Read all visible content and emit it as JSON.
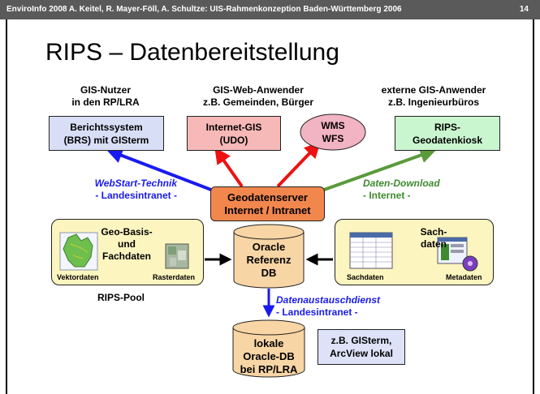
{
  "header": {
    "left_text": "EnviroInfo 2008     A. Keitel, R. Mayer-Föll, A. Schultze: UIS-Rahmenkonzeption Baden-Württemberg  2006",
    "page_number": "14"
  },
  "title": "RIPS – Datenbereitstellung",
  "top_headers": {
    "gis_user": [
      "GIS-Nutzer",
      "in den RP/LRA"
    ],
    "gis_web": [
      "GIS-Web-Anwender",
      "z.B. Gemeinden, Bürger"
    ],
    "gis_ext": [
      "externe GIS-Anwender",
      "z.B. Ingenieurbüros"
    ]
  },
  "boxes": {
    "brs": [
      "Berichtssystem",
      "(BRS) mit GISterm"
    ],
    "internet_gis": [
      "Internet-GIS",
      "(UDO)"
    ],
    "wms_wfs": [
      "WMS",
      "WFS"
    ],
    "kiosk": [
      "RIPS-",
      "Geodatenkiosk"
    ],
    "geodatenserver": [
      "Geodatenserver",
      "Internet / Intranet"
    ],
    "oracle_ref": [
      "Oracle",
      "Referenz",
      "DB"
    ],
    "local_oracle": [
      "lokale",
      "Oracle-DB",
      "bei RP/LRA"
    ],
    "gisterm_local": [
      "z.B. GISterm,",
      "ArcView lokal"
    ]
  },
  "arrow_labels": {
    "webstart": [
      "WebStart-Technik",
      "- Landesintranet -"
    ],
    "download": [
      "Daten-Download",
      "- Internet -"
    ],
    "austausch": [
      "Datenaustauschdienst",
      "- Landesintranet -"
    ]
  },
  "pools": {
    "geo": {
      "title": [
        "Geo-Basis-",
        "und",
        "Fachdaten"
      ],
      "left_caption": "Vektordaten",
      "right_caption": "Rasterdaten",
      "footer": "RIPS-Pool"
    },
    "sach": {
      "title": [
        "Sach-",
        "daten"
      ],
      "left_caption": "Sachdaten",
      "right_caption": "Metadaten"
    }
  },
  "colors": {
    "blue_arrow": "#1a1af0",
    "red_arrow": "#ee1111",
    "green_arrow": "#5a9a3a",
    "brs_fill": "#d9def7",
    "internet_gis_fill": "#f7b8b8",
    "wms_fill": "#f2b3c3",
    "kiosk_fill": "#c9f5cf",
    "server_fill": "#f2874e",
    "cylinder_fill": "#f8d5a4",
    "pool_fill": "#fdf5bf",
    "webstart_text": "#1a1aee",
    "download_text": "#3f8a30"
  }
}
